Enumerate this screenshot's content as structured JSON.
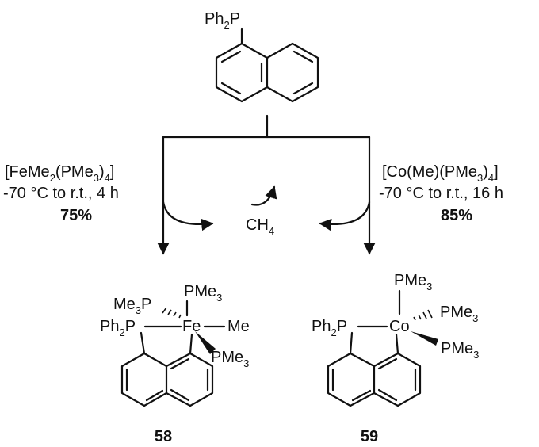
{
  "starting_material": {
    "label_main": "Ph",
    "label_sub": "2",
    "label_end": "P"
  },
  "left_conditions": {
    "reagent_prefix": "[FeMe",
    "reagent_sub1": "2",
    "reagent_mid": "(PMe",
    "reagent_sub2": "3",
    "reagent_mid2": ")",
    "reagent_sub3": "4",
    "reagent_end": "]",
    "line2": "-70 °C to r.t., 4 h",
    "yield": "75%"
  },
  "right_conditions": {
    "reagent_prefix": "[Co(Me)(PMe",
    "reagent_sub1": "3",
    "reagent_mid": ")",
    "reagent_sub2": "4",
    "reagent_end": "]",
    "line2": "-70 °C to r.t., 16 h",
    "yield": "85%"
  },
  "byproduct": {
    "main": "CH",
    "sub": "4"
  },
  "product_58": {
    "compound_number": "58",
    "pme3_top": "PMe",
    "pme3_top_sub": "3",
    "me3p_main": "Me",
    "me3p_sub": "3",
    "me3p_end": "P",
    "ph2p_main": "Ph",
    "ph2p_sub": "2",
    "ph2p_end": "P",
    "metal": "Fe",
    "me": "Me",
    "pme3_wedge": "PMe",
    "pme3_wedge_sub": "3"
  },
  "product_59": {
    "compound_number": "59",
    "pme3_top": "PMe",
    "pme3_top_sub": "3",
    "pme3_hash": "PMe",
    "pme3_hash_sub": "3",
    "ph2p_main": "Ph",
    "ph2p_sub": "2",
    "ph2p_end": "P",
    "metal": "Co",
    "pme3_wedge": "PMe",
    "pme3_wedge_sub": "3"
  }
}
